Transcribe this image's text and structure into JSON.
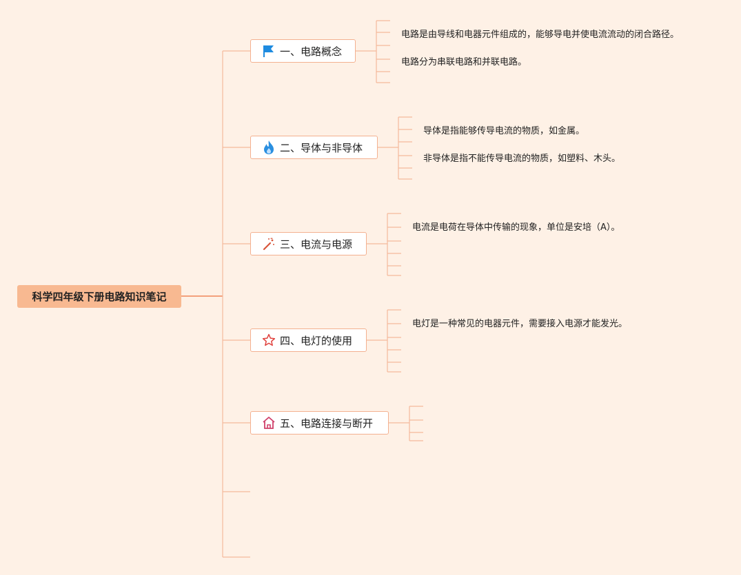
{
  "root": {
    "label": "科学四年级下册电路知识笔记"
  },
  "topics": [
    {
      "label": "一、电路概念",
      "icon": "flag-icon",
      "icon_color": "#1e8be0",
      "notes": [
        "电路是由导线和电器元件组成的，能够导电并使电流流动的闭合路径。",
        "电路分为串联电路和并联电路。"
      ]
    },
    {
      "label": "二、导体与非导体",
      "icon": "flame-icon",
      "icon_color": "#2a8fe0",
      "notes": [
        "导体是指能够传导电流的物质，如金属。",
        "非导体是指不能传导电流的物质，如塑料、木头。"
      ]
    },
    {
      "label": "三、电流与电源",
      "icon": "magic-wand-icon",
      "icon_color": "#d8553a",
      "notes": [
        "电流是电荷在导体中传输的现象，单位是安培（A）。"
      ]
    },
    {
      "label": "四、电灯的使用",
      "icon": "star-icon",
      "icon_color": "#e0423e",
      "notes": [
        "电灯是一种常见的电器元件，需要接入电源才能发光。"
      ]
    },
    {
      "label": "五、电路连接与断开",
      "icon": "home-icon",
      "icon_color": "#d0406a",
      "notes": []
    }
  ],
  "colors": {
    "background": "#fef1e6",
    "root_fill": "#f8b991",
    "connector": "#f5b99b",
    "topic_border": "#f3b08f"
  }
}
